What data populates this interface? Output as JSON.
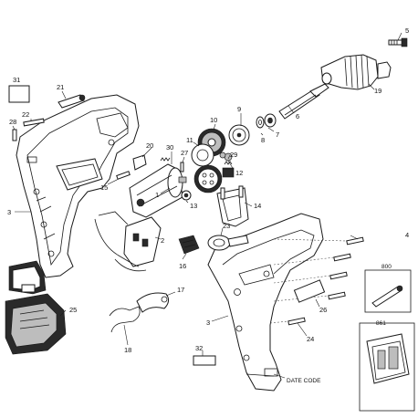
{
  "diagram": {
    "callouts": {
      "c5": "5",
      "c19": "19",
      "c31": "31",
      "c21": "21",
      "c22": "22",
      "c28": "28",
      "c6": "6",
      "c9": "9",
      "c10": "10",
      "c7": "7",
      "c8": "8",
      "c11": "11",
      "c20": "20",
      "c30": "30",
      "c27": "27",
      "c29": "29",
      "c12": "12",
      "c13": "13",
      "c14": "14",
      "c15": "15",
      "c1": "1",
      "c2": "2",
      "c3a": "3",
      "c3b": "3",
      "c23": "23",
      "c4": "4",
      "c16": "16",
      "c25": "25",
      "c17": "17",
      "c18": "18",
      "c26": "26",
      "c24": "24",
      "c32": "32",
      "c800": "800",
      "c861": "861"
    },
    "date_code": "DATE CODE"
  }
}
